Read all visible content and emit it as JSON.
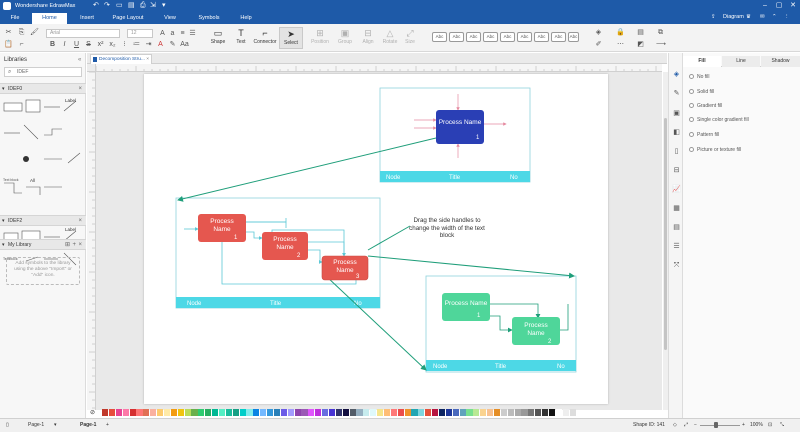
{
  "app": {
    "name": "Wondershare EdrawMax",
    "user": "Diagram",
    "colors": {
      "brand": "#1e5aa8"
    }
  },
  "menu": {
    "items": [
      "File",
      "Home",
      "Insert",
      "Page Layout",
      "View",
      "Symbols",
      "Help"
    ],
    "active": "Home"
  },
  "toolbar": {
    "font_name": "Arial",
    "font_size": "12",
    "tools": [
      {
        "label": "Shape",
        "icon": "rectangle-icon"
      },
      {
        "label": "Text",
        "icon": "text-tool-icon"
      },
      {
        "label": "Connector",
        "icon": "connector-icon"
      },
      {
        "label": "Select",
        "icon": "cursor-icon"
      },
      {
        "label": "Position",
        "icon": "position-icon"
      },
      {
        "label": "Group",
        "icon": "group-icon"
      },
      {
        "label": "Align",
        "icon": "align-icon"
      },
      {
        "label": "Rotate",
        "icon": "rotate-icon"
      },
      {
        "label": "Size",
        "icon": "size-icon"
      }
    ],
    "style_swatches": [
      "Abc",
      "Abc",
      "Abc",
      "Abc",
      "Abc",
      "Abc",
      "Abc",
      "Abc",
      "Abc"
    ]
  },
  "libraries": {
    "title": "Libraries",
    "search_value": "IDEF",
    "sections": [
      "IDEF0",
      "IDEF2",
      "My Library"
    ],
    "shape_labels": [
      "Label",
      "Label",
      "Label"
    ],
    "misc_labels": [
      "Text block",
      "All",
      "Textblock"
    ],
    "my_library_hint": "Add symbols to the library using the above \"Import\" or \"Add\" icon."
  },
  "document": {
    "tab_name": "Decomposition Stru..."
  },
  "diagram": {
    "callout": "Drag the side handles to change the width of the text block",
    "frames": [
      {
        "footer": [
          "Node",
          "Title",
          "No"
        ],
        "color": "#4dd8e6"
      },
      {
        "footer": [
          "Node",
          "Title",
          "No"
        ],
        "color": "#4dd8e6"
      },
      {
        "footer": [
          "Node",
          "Title",
          "No"
        ],
        "color": "#4dd8e6"
      }
    ],
    "boxes": [
      {
        "line1": "Process Name",
        "line2": "",
        "num": "1",
        "color": "#2a3fb5"
      },
      {
        "line1": "Process",
        "line2": "Name",
        "num": "1",
        "color": "#e5574f"
      },
      {
        "line1": "Process",
        "line2": "Name",
        "num": "2",
        "color": "#e5574f"
      },
      {
        "line1": "Process",
        "line2": "Name",
        "num": "3",
        "color": "#e5574f"
      },
      {
        "line1": "Process Name",
        "line2": "",
        "num": "1",
        "color": "#4fd69a"
      },
      {
        "line1": "Process",
        "line2": "Name",
        "num": "2",
        "color": "#4fd69a"
      }
    ],
    "connector_color": "#1f9e7a"
  },
  "format_panel": {
    "tabs": [
      "Fill",
      "Line",
      "Shadow"
    ],
    "active_tab": "Fill",
    "options": [
      "No fill",
      "Solid fill",
      "Gradient fill",
      "Single color gradient fill",
      "Pattern fill",
      "Picture or texture fill"
    ]
  },
  "status": {
    "pages": [
      "Page-1",
      "Page-1"
    ],
    "shape_id": "Shape ID: 141",
    "zoom": "100%"
  }
}
